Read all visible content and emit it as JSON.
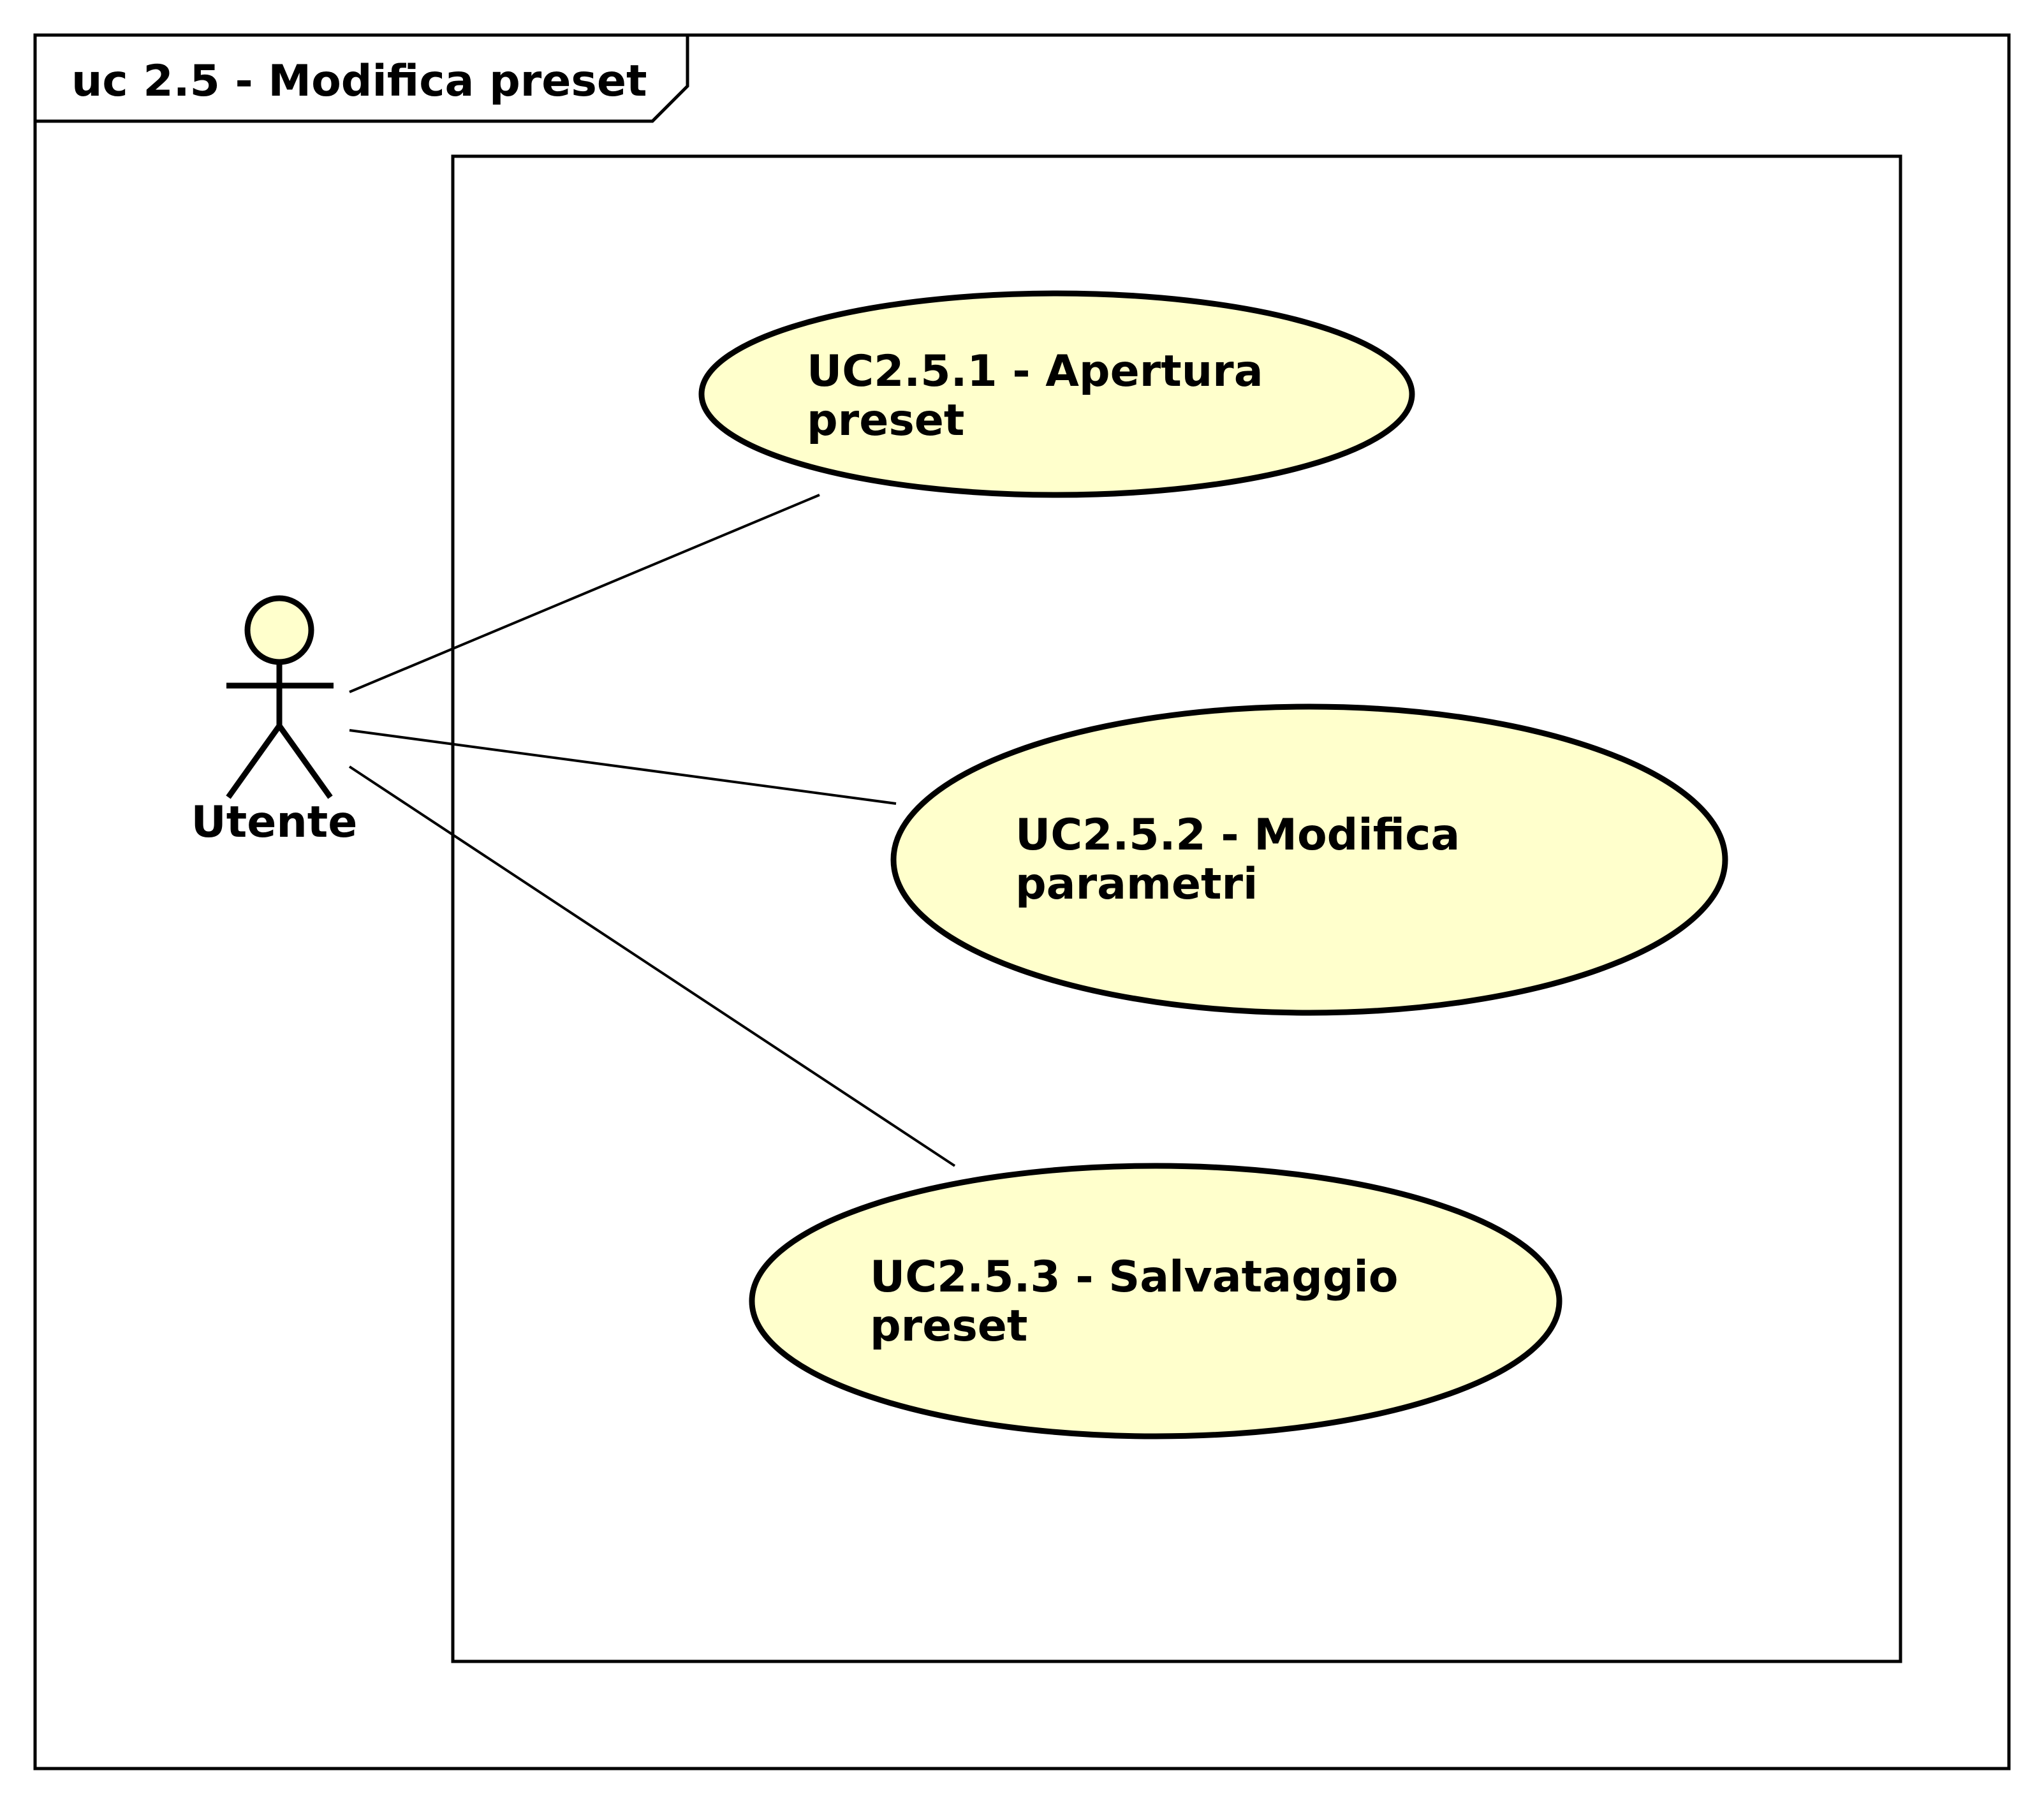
{
  "diagram": {
    "frame_title": "uc 2.5 - Modifica preset",
    "actor": {
      "name": "Utente",
      "icon": "stick-figure-icon"
    },
    "use_cases": [
      {
        "id": "uc-2-5-1",
        "line1": "UC2.5.1 - Apertura",
        "line2": "preset"
      },
      {
        "id": "uc-2-5-2",
        "line1": "UC2.5.2 - Modifica",
        "line2": "parametri"
      },
      {
        "id": "uc-2-5-3",
        "line1": "UC2.5.3 - Salvataggio",
        "line2": "preset"
      }
    ],
    "colors": {
      "use_case_fill": "#ffffcc",
      "actor_fill": "#ffffcc",
      "stroke": "#000000",
      "background": "#ffffff"
    }
  }
}
